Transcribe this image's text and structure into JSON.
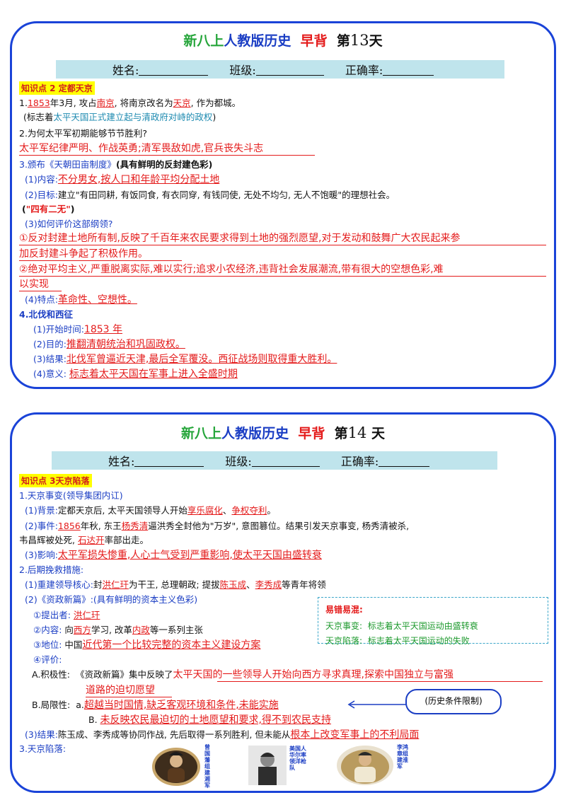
{
  "card1": {
    "title": {
      "a": "新八上",
      "b": "人教版",
      "c": "历史",
      "d": "早背",
      "e": "第",
      "num": "13",
      "f": "天"
    },
    "namebar": {
      "name": "姓名:",
      "class": "班级:",
      "rate": "正确率:"
    },
    "kp": "知识点 2 定都天京",
    "l1": {
      "a": "1.",
      "b": "1853",
      "c": "年3月, 攻占",
      "d": "南京",
      "e": ", 将南京改名为",
      "f": "天京",
      "g": ", 作为都城。"
    },
    "l2": {
      "a": "(标志着",
      "b": "太平天国正式建立起与清政府对峙的政权",
      "c": ")"
    },
    "l3": "2.为何太平军初期能够节节胜利?",
    "l4": "太平军纪律严明、作战英勇;清军畏敌如虎,官兵丧失斗志",
    "l5": {
      "a": "3.颁布《天朝田亩制度》",
      "b": "(具有鲜明的反封建色彩)"
    },
    "l6": {
      "a": "(1)内容:",
      "b": "不分男女,按人口和年龄平均分配土地"
    },
    "l7": {
      "a": "(2)目标:",
      "b": "建立\"有田同耕, 有饭同食, 有衣同穿, 有钱同使, 无处不均匀, 无人不饱暖\"的理想社会。"
    },
    "l8": {
      "a": "(",
      "b": "\"四有二无\"",
      "c": ")"
    },
    "l9": "(3)如何评价这部纲领?",
    "l10": "①反对封建土地所有制,反映了千百年来农民要求得到土地的强烈愿望,对于发动和鼓舞广大农民起来参",
    "l11": "加反封建斗争起了积极作用。",
    "l12": "②绝对平均主义,严重脱离实际,难以实行;追求小农经济,违背社会发展潮流,带有很大的空想色彩,难",
    "l13": "以实现",
    "l14": {
      "a": "(4)特点:",
      "b": "革命性、空想性。"
    },
    "l15": "4.北伐和西征",
    "l16": {
      "a": "(1)开始时间:",
      "b": "1853 年"
    },
    "l17": {
      "a": "(2)目的:",
      "b": "推翻清朝统治和巩固政权。"
    },
    "l18": {
      "a": "(3)结果:",
      "b": "北伐军曾逼近天津,最后全军覆没。西征战场则取得重大胜利。"
    },
    "l19": {
      "a": "(4)意义:",
      "b": "标志着太平天国在军事上进入全盛时期"
    }
  },
  "card2": {
    "title": {
      "a": "新八上",
      "b": "人教版",
      "c": "历史",
      "d": "早背",
      "e": "第",
      "num": "14",
      "f": "天"
    },
    "namebar": {
      "name": "姓名:",
      "class": "班级:",
      "rate": "正确率:"
    },
    "kp": "知识点 3天京陷落",
    "l1": "1.天京事变(领导集团内讧)",
    "l2": {
      "a": "(1)背景:",
      "b": "定都天京后, 太平天国领导人开始",
      "c": "享乐腐化",
      "d": "、",
      "e": "争权夺利",
      "f": "。"
    },
    "l3": {
      "a": "(2)事件:",
      "b": "1856",
      "c": "年秋, 东王",
      "d": "杨秀清",
      "e": "逼洪秀全封他为\"万岁\", 意图篡位。结果引发天京事变, 杨秀清被杀,"
    },
    "l4": {
      "a": "韦昌辉被处死,",
      "b": "石达开",
      "c": "率部出走。"
    },
    "l5": {
      "a": "(3)影响:",
      "b": "太平军损失惨重,人心士气受到严重影响,使太平天国由盛转衰"
    },
    "l6": "2.后期挽救措施:",
    "l7": {
      "a": "(1)重建领导核心:",
      "b": "封",
      "c": "洪仁玕",
      "d": "为干王, 总理朝政;  提拔",
      "e": "陈玉成",
      "f": "、",
      "g": "李秀成",
      "h": "等青年将领"
    },
    "l8": {
      "a": "(2)《资政新篇》",
      "b": ":(具有鲜明的资本主义色彩)"
    },
    "l9": {
      "a": "①提出者:",
      "b": "洪仁玕"
    },
    "l10": {
      "a": "②内容:",
      "b": "向",
      "c": "西方",
      "d": "学习, 改革",
      "e": "内政",
      "f": "等一系列主张"
    },
    "l11": {
      "a": "③地位:",
      "b": "中国",
      "c": "近代第一个比较完整的资本主义建设方案"
    },
    "l12": "④评价:",
    "l13": {
      "a": "A.积极性:",
      "b": "《资政新篇》集中反映了",
      "c": "太平天国的一些领导人开始向西方寻求真理,探索中国独立与富强"
    },
    "l14": "道路的迫切愿望",
    "l15": {
      "a": "B.局限性:",
      "b": "a.",
      "c": "超越当时国情,缺乏客观环境和条件,未能实施"
    },
    "l16": {
      "a": "B.",
      "b": "未反映农民最迫切的土地愿望和要求,得不到农民支持"
    },
    "l17": {
      "a": "(3)结果:",
      "b": "陈玉成、李秀成等协同作战, 先后取得一系列胜利, 但未能从",
      "c": "根本上改变军事上的不利局面"
    },
    "l18": "3.天京陷落:",
    "note": {
      "title": "易错易混:",
      "r1a": "天京事变:",
      "r1b": "标志着太平天国运动由盛转衰",
      "r2a": "天京陷落:",
      "r2b": "标志着太平天国运动的失败"
    },
    "bubble": "(历史条件限制)",
    "photos": [
      {
        "caption": "曾国藩组建湘军",
        "icon": "portrait-icon"
      },
      {
        "caption": "美国人华尔率领洋枪队",
        "icon": "portrait-icon"
      },
      {
        "caption": "李鸿章组建淮军",
        "icon": "portrait-icon"
      }
    ]
  },
  "colors": {
    "border": "#1a43d8",
    "red": "#e41b1b",
    "blue": "#1b3ec4",
    "green": "#25a53a",
    "highlight": "#ffff00",
    "namebar": "#bfe4ec"
  }
}
